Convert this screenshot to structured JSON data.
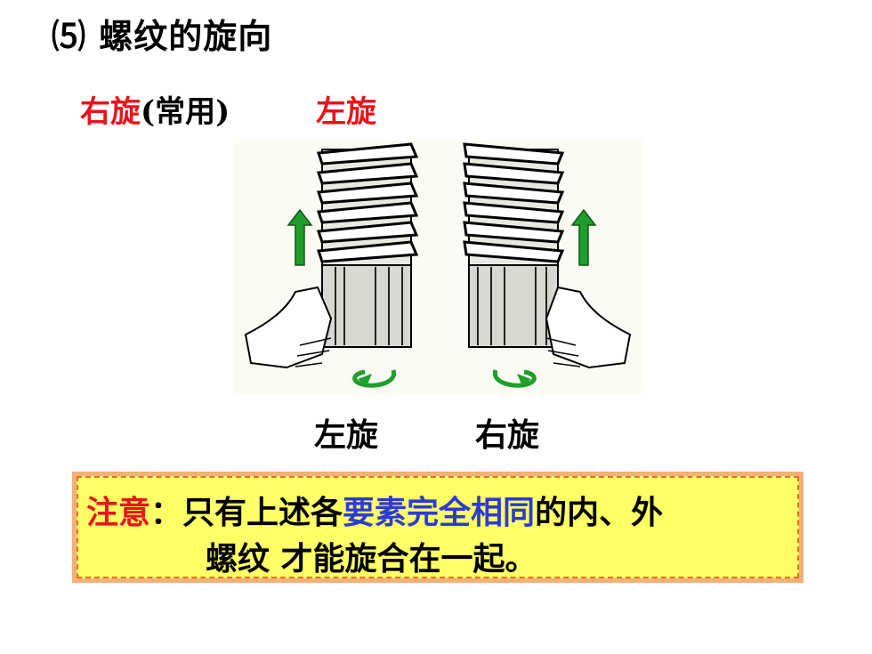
{
  "title": "⑸ 螺纹的旋向",
  "top_labels": {
    "right_hand": "右旋",
    "right_hand_note": "(常用)",
    "left_hand": "左旋"
  },
  "bottom_labels": {
    "left": "左旋",
    "right": "右旋"
  },
  "note": {
    "prefix": "注意",
    "colon": "：",
    "line1_a": "只有上述各",
    "line1_highlight": "要素完全相同",
    "line1_b": "的内、外",
    "line2": "螺纹 才能旋合在一起。"
  },
  "colors": {
    "red": "#e8141b",
    "blue": "#2b3bd6",
    "note_bg": "#ffff66",
    "arrow_green": "#1e9e2a"
  }
}
